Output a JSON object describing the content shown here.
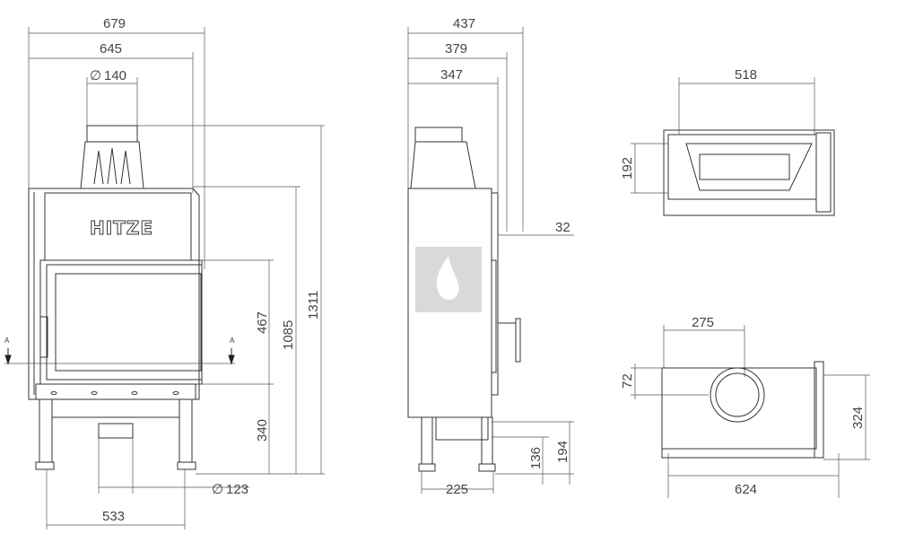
{
  "front_view": {
    "logo_text": "HITZE",
    "section_marker": "A",
    "dims": {
      "width_overall": "679",
      "width_body": "645",
      "flue_diameter": "140",
      "flue_symbol": "∅",
      "height_overall": "1311",
      "height_body": "1085",
      "door_height": "467",
      "leg_height": "340",
      "air_inlet_diameter": "123",
      "leg_spacing": "533"
    }
  },
  "side_view": {
    "dims": {
      "depth_overall": "437",
      "depth_2": "379",
      "depth_3": "347",
      "panel": "32",
      "inlet_height": "136",
      "base_height": "194",
      "leg_depth": "225"
    }
  },
  "top_section_view": {
    "dims": {
      "width": "518",
      "depth": "192"
    }
  },
  "plan_view": {
    "dims": {
      "flue_offset": "275",
      "flue_depth": "72",
      "depth": "324",
      "width": "624"
    }
  },
  "colors": {
    "line": "#333333",
    "watermark": "#d9d9d9"
  }
}
